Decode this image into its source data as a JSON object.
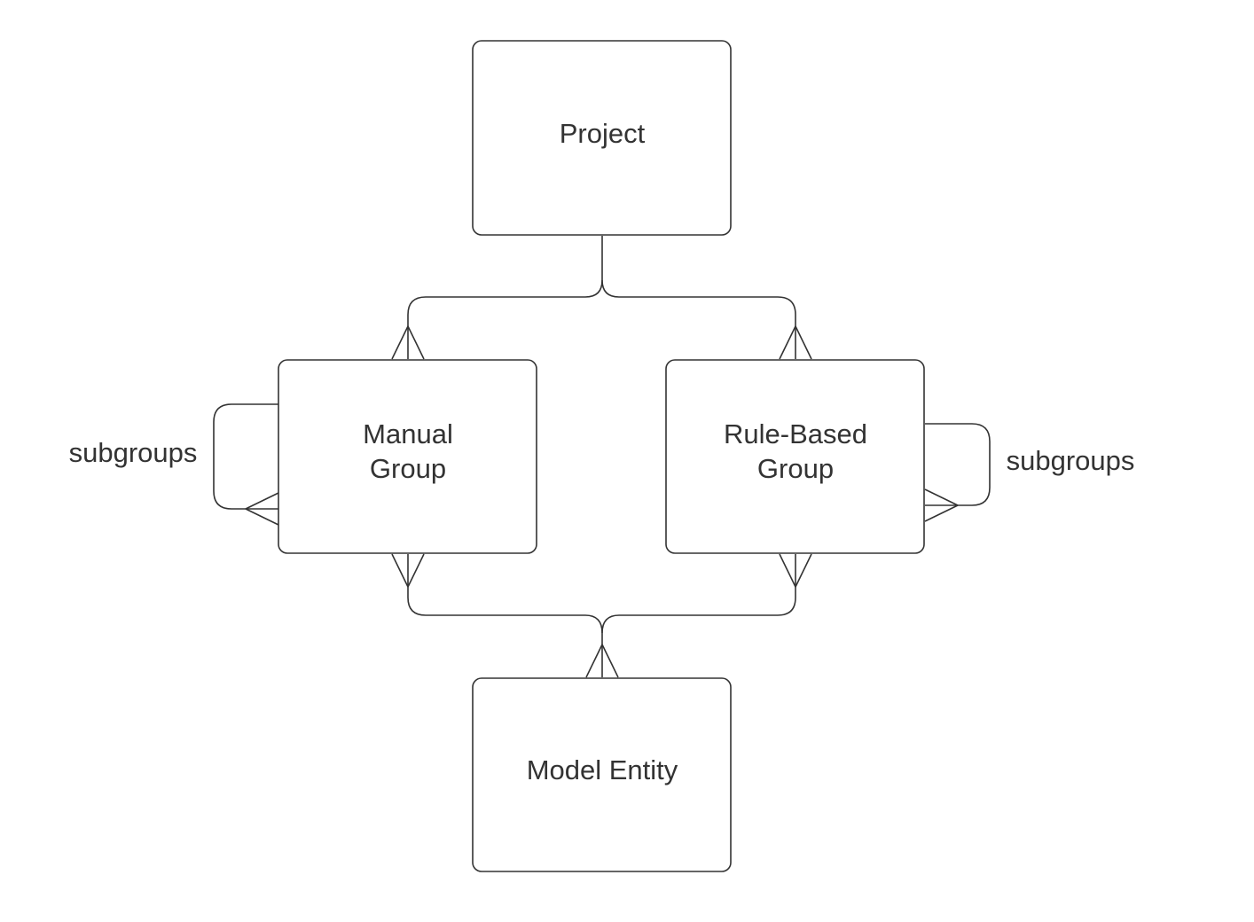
{
  "diagram": {
    "entities": {
      "project": {
        "label": "Project"
      },
      "manual_group": {
        "label_line1": "Manual",
        "label_line2": "Group"
      },
      "rule_based_group": {
        "label_line1": "Rule-Based",
        "label_line2": "Group"
      },
      "model_entity": {
        "label": "Model Entity"
      }
    },
    "relationships": {
      "manual_subgroups_label": "subgroups",
      "rule_based_subgroups_label": "subgroups"
    },
    "colors": {
      "line": "#333333",
      "text": "#333333",
      "background": "#ffffff"
    }
  }
}
